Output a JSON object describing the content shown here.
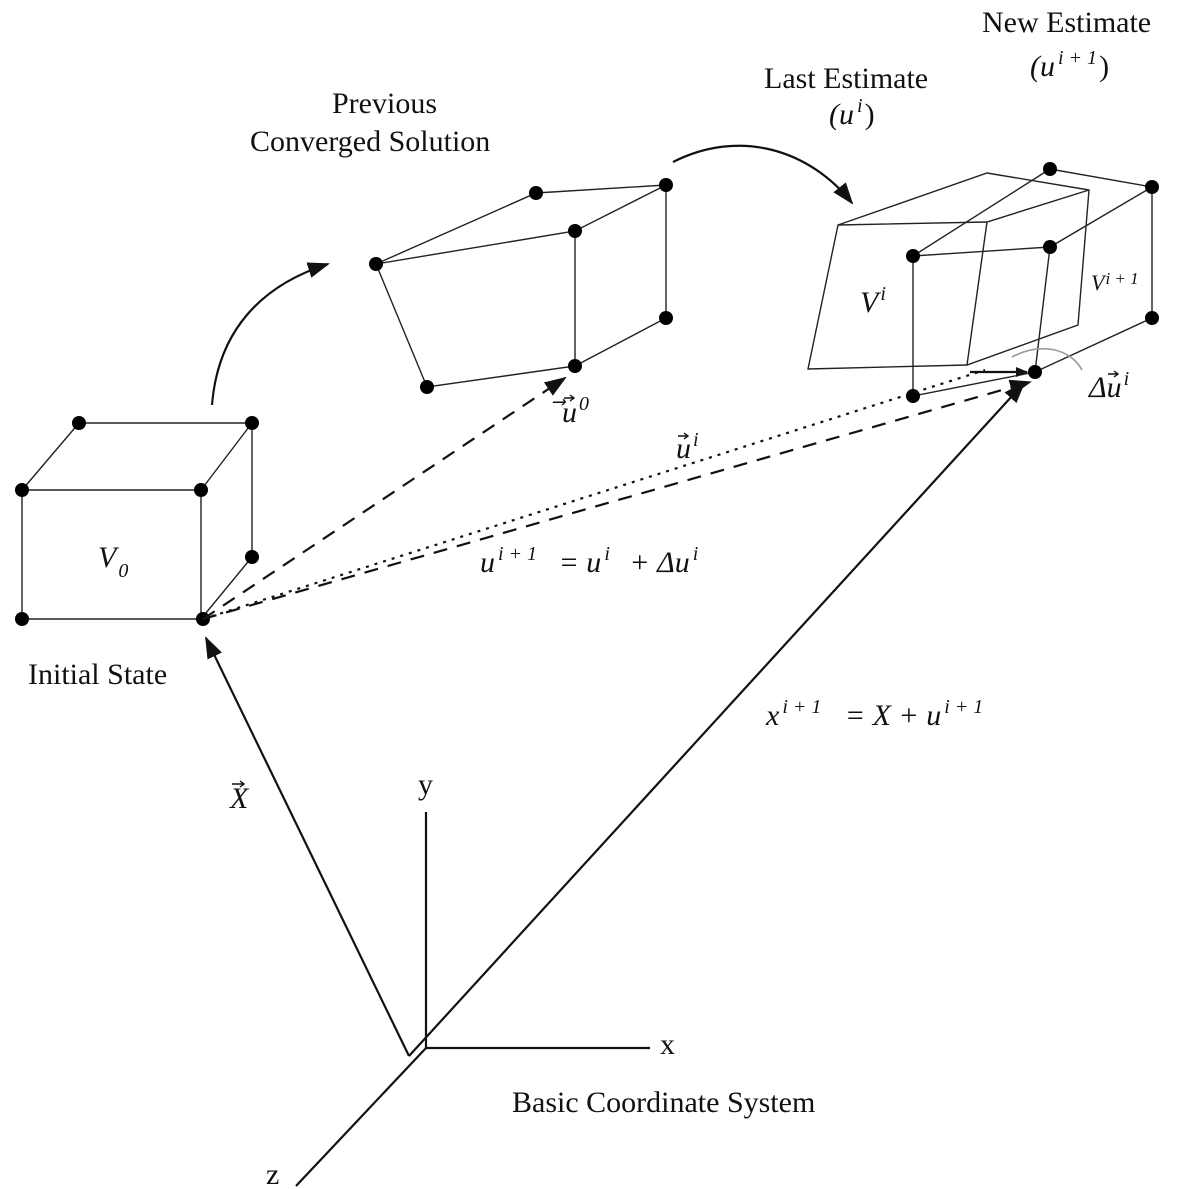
{
  "labels": {
    "new_estimate": "New Estimate",
    "new_estimate_sym": "(u",
    "new_estimate_sup": "i + 1",
    "last_estimate": "Last Estimate",
    "last_estimate_sym": "(u",
    "last_estimate_sup": "i",
    "previous_line1": "Previous",
    "previous_line2": "Converged Solution",
    "initial_state": "Initial State",
    "basic_coord": "Basic Coordinate System"
  },
  "volumes": {
    "v0": "V",
    "v0_sub": "0",
    "vi": "V",
    "vi_sup": "i",
    "vi1": "V",
    "vi1_sup": "i + 1"
  },
  "vectors": {
    "u0": "u",
    "u0_sup": "0",
    "ui": "u",
    "ui_sup": "i",
    "delta_ui": "Δu",
    "delta_ui_sup": "i",
    "X": "X"
  },
  "equations": {
    "eq1_lhs": "u",
    "eq1_lhs_sup": "i + 1",
    "eq1_rhs_a": "=  u",
    "eq1_rhs_a_sup": "i",
    "eq1_rhs_b": "+ Δu",
    "eq1_rhs_b_sup": "i",
    "eq2_lhs": "x",
    "eq2_lhs_sup": "i + 1",
    "eq2_rhs_a": "=  X + u",
    "eq2_rhs_a_sup": "i + 1"
  },
  "axes": {
    "x": "x",
    "y": "y",
    "z": "z"
  }
}
